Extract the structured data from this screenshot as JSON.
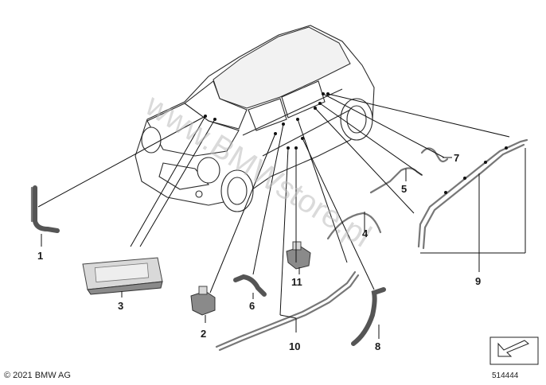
{
  "watermark": "www.BMWstore.pl",
  "copyright": "© 2021 BMW AG",
  "image_number": "514444",
  "callouts": [
    "1",
    "2",
    "3",
    "4",
    "5",
    "6",
    "7",
    "8",
    "9",
    "10",
    "11"
  ],
  "icons": {
    "view_arrow": "direction-arrow-icon"
  }
}
